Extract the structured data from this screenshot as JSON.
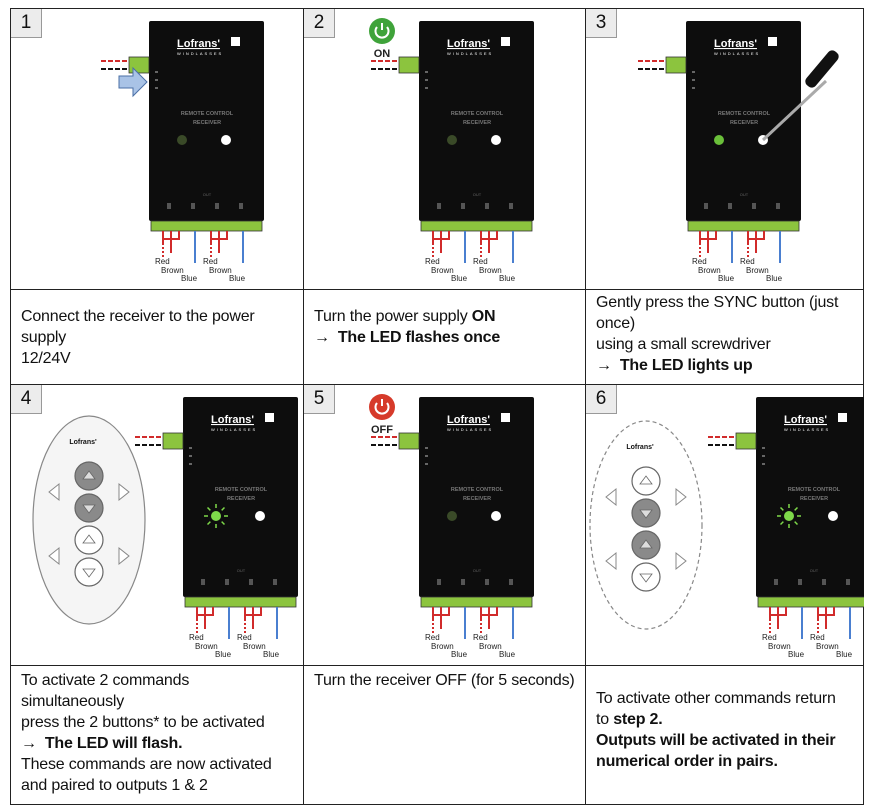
{
  "brand": {
    "name": "Lofrans'",
    "sub": "WINDLASSES"
  },
  "device": {
    "title": "REMOTE CONTROL RECEIVER",
    "out_label": "OUT"
  },
  "wires": {
    "red": "Red",
    "brown": "Brown",
    "blue": "Blue"
  },
  "power": {
    "on": "ON",
    "off": "OFF"
  },
  "steps": [
    {
      "num": "1",
      "lines": [
        "Connect the receiver to the power supply",
        "12/24V"
      ]
    },
    {
      "num": "2",
      "line1": "Turn the power supply ",
      "line1_bold": "ON",
      "line2": "The LED flashes once"
    },
    {
      "num": "3",
      "line1": "Gently press the SYNC button (just once)",
      "line2": "using a small screwdriver",
      "line3": "The LED lights up"
    },
    {
      "num": "4",
      "line1": "To activate 2 commands simultaneously",
      "line2": "press the 2 buttons* to be activated",
      "line3": "The LED will flash.",
      "line4": "These commands are now activated",
      "line5": "and paired to outputs 1 & 2"
    },
    {
      "num": "5",
      "line1": "Turn the receiver OFF (for 5 seconds)"
    },
    {
      "num": "6",
      "line1": "To activate other commands return",
      "line2": "to ",
      "line2_bold": "step 2.",
      "line3": "Outputs will be activated in their",
      "line4": "numerical order in pairs."
    }
  ],
  "colors": {
    "accent_green": "#8cc43e",
    "led_green": "#4fa61e",
    "wire_red": "#d12b2b",
    "wire_blue": "#4a7fd0",
    "power_on": "#3fa33a",
    "power_off": "#d63a2a"
  }
}
